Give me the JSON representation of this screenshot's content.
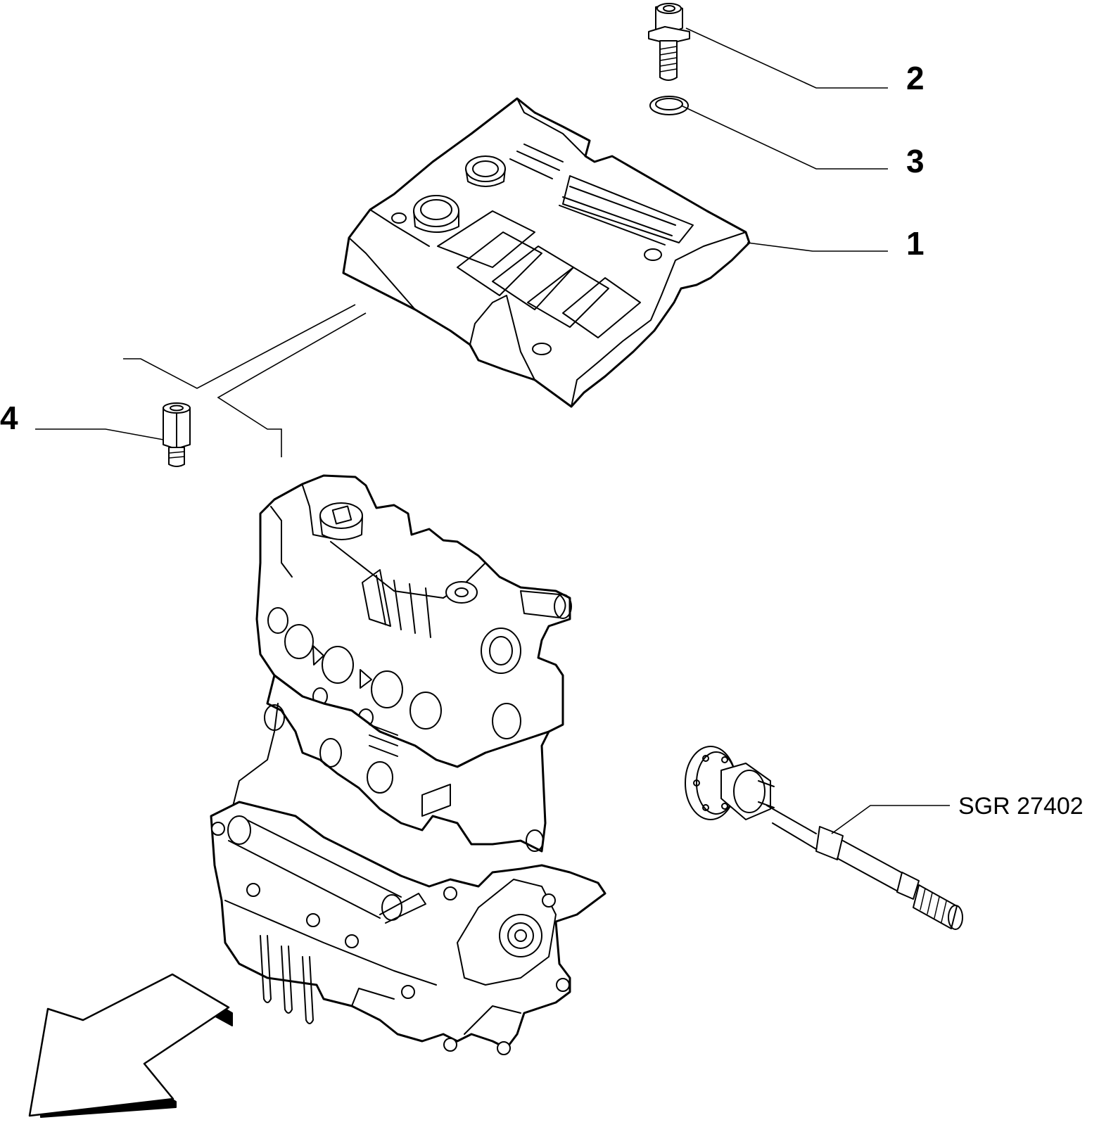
{
  "callouts": {
    "part_1": "1",
    "part_2": "2",
    "part_3": "3",
    "part_4": "4"
  },
  "reference_code": "SGR 27402",
  "parts": {
    "part_1": "engine-cover",
    "part_2": "screw",
    "part_3": "washer",
    "part_4": "spacer-stud"
  },
  "icons": {
    "direction_arrow": "front-direction-arrow-icon",
    "engine": "engine-block-icon",
    "shaft": "drive-shaft-icon"
  },
  "colors": {
    "line": "#000000",
    "background": "#ffffff"
  }
}
